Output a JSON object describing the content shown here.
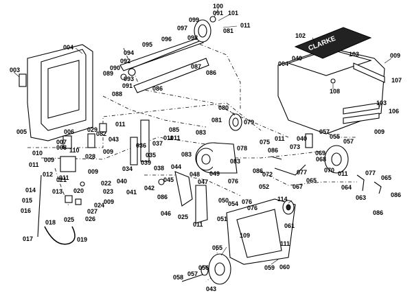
{
  "brand_label": "CLARKE",
  "callouts": [
    {
      "id": "c100",
      "text": "100"
    },
    {
      "id": "c101",
      "text": "101"
    },
    {
      "id": "c091a",
      "text": "091"
    },
    {
      "id": "c099",
      "text": "099"
    },
    {
      "id": "c011a",
      "text": "011"
    },
    {
      "id": "c081a",
      "text": "081"
    },
    {
      "id": "c097",
      "text": "097"
    },
    {
      "id": "c098",
      "text": "098"
    },
    {
      "id": "c094",
      "text": "094"
    },
    {
      "id": "c095",
      "text": "095"
    },
    {
      "id": "c096",
      "text": "096"
    },
    {
      "id": "c092",
      "text": "092"
    },
    {
      "id": "c090",
      "text": "090"
    },
    {
      "id": "c089",
      "text": "089"
    },
    {
      "id": "c093",
      "text": "093"
    },
    {
      "id": "c091b",
      "text": "091"
    },
    {
      "id": "c088",
      "text": "088"
    },
    {
      "id": "c087",
      "text": "087"
    },
    {
      "id": "c086a",
      "text": "086"
    },
    {
      "id": "c086b",
      "text": "086"
    },
    {
      "id": "c004a",
      "text": "004"
    },
    {
      "id": "c003",
      "text": "003"
    },
    {
      "id": "c102",
      "text": "102"
    },
    {
      "id": "c040a",
      "text": "040"
    },
    {
      "id": "c004b",
      "text": "004"
    },
    {
      "id": "c103",
      "text": "103"
    },
    {
      "id": "c009a",
      "text": "009"
    },
    {
      "id": "c107",
      "text": "107"
    },
    {
      "id": "c108",
      "text": "108"
    },
    {
      "id": "c080",
      "text": "080"
    },
    {
      "id": "c103b",
      "text": "103"
    },
    {
      "id": "c106",
      "text": "106"
    },
    {
      "id": "c081b",
      "text": "081"
    },
    {
      "id": "c079",
      "text": "079"
    },
    {
      "id": "c005",
      "text": "005"
    },
    {
      "id": "c006",
      "text": "006"
    },
    {
      "id": "c007",
      "text": "007"
    },
    {
      "id": "c008",
      "text": "008"
    },
    {
      "id": "c029",
      "text": "029"
    },
    {
      "id": "c082",
      "text": "082"
    },
    {
      "id": "c011b",
      "text": "011"
    },
    {
      "id": "c043a",
      "text": "043"
    },
    {
      "id": "c009b",
      "text": "009"
    },
    {
      "id": "c110",
      "text": "110"
    },
    {
      "id": "c028",
      "text": "028"
    },
    {
      "id": "c011c",
      "text": "011"
    },
    {
      "id": "c036",
      "text": "036"
    },
    {
      "id": "c037",
      "text": "037"
    },
    {
      "id": "c085",
      "text": "085"
    },
    {
      "id": "c011d",
      "text": "011"
    },
    {
      "id": "c083a",
      "text": "083"
    },
    {
      "id": "c075",
      "text": "075"
    },
    {
      "id": "c011e",
      "text": "011"
    },
    {
      "id": "c057a",
      "text": "057"
    },
    {
      "id": "c009c",
      "text": "009"
    },
    {
      "id": "c040b",
      "text": "040"
    },
    {
      "id": "c055a",
      "text": "055"
    },
    {
      "id": "c057b",
      "text": "057"
    },
    {
      "id": "c010",
      "text": "010"
    },
    {
      "id": "c009d",
      "text": "009"
    },
    {
      "id": "c011f",
      "text": "011"
    },
    {
      "id": "c012",
      "text": "012"
    },
    {
      "id": "c011g",
      "text": "011"
    },
    {
      "id": "c009e",
      "text": "009"
    },
    {
      "id": "c034",
      "text": "034"
    },
    {
      "id": "c035",
      "text": "035"
    },
    {
      "id": "c039",
      "text": "039"
    },
    {
      "id": "c083b",
      "text": "083"
    },
    {
      "id": "c078",
      "text": "078"
    },
    {
      "id": "c086c",
      "text": "086"
    },
    {
      "id": "c073",
      "text": "073"
    },
    {
      "id": "c069",
      "text": "069"
    },
    {
      "id": "c068",
      "text": "068"
    },
    {
      "id": "c083c",
      "text": "083"
    },
    {
      "id": "c038",
      "text": "038"
    },
    {
      "id": "c044",
      "text": "044"
    },
    {
      "id": "c049",
      "text": "049"
    },
    {
      "id": "c086d",
      "text": "086"
    },
    {
      "id": "c076a",
      "text": "076"
    },
    {
      "id": "c072",
      "text": "072"
    },
    {
      "id": "c077a",
      "text": "077"
    },
    {
      "id": "c070",
      "text": "070"
    },
    {
      "id": "c011h",
      "text": "011"
    },
    {
      "id": "c077b",
      "text": "077"
    },
    {
      "id": "c021",
      "text": "021"
    },
    {
      "id": "c022",
      "text": "022"
    },
    {
      "id": "c013",
      "text": "013"
    },
    {
      "id": "c020",
      "text": "020"
    },
    {
      "id": "c023",
      "text": "023"
    },
    {
      "id": "c014",
      "text": "014"
    },
    {
      "id": "c015",
      "text": "015"
    },
    {
      "id": "c016",
      "text": "016"
    },
    {
      "id": "c040c",
      "text": "040"
    },
    {
      "id": "c041",
      "text": "041"
    },
    {
      "id": "c042",
      "text": "042"
    },
    {
      "id": "c045",
      "text": "045"
    },
    {
      "id": "c048",
      "text": "048"
    },
    {
      "id": "c047",
      "text": "047"
    },
    {
      "id": "c076b",
      "text": "076"
    },
    {
      "id": "c086e",
      "text": "086"
    },
    {
      "id": "c009f",
      "text": "009"
    },
    {
      "id": "c067",
      "text": "067"
    },
    {
      "id": "c065a",
      "text": "065"
    },
    {
      "id": "c064",
      "text": "064"
    },
    {
      "id": "c063",
      "text": "063"
    },
    {
      "id": "c065b",
      "text": "065"
    },
    {
      "id": "c086f",
      "text": "086"
    },
    {
      "id": "c086g",
      "text": "086"
    },
    {
      "id": "c024",
      "text": "024"
    },
    {
      "id": "c027",
      "text": "027"
    },
    {
      "id": "c025a",
      "text": "025"
    },
    {
      "id": "c026",
      "text": "026"
    },
    {
      "id": "c018",
      "text": "018"
    },
    {
      "id": "c017",
      "text": "017"
    },
    {
      "id": "c019",
      "text": "019"
    },
    {
      "id": "c046",
      "text": "046"
    },
    {
      "id": "c025b",
      "text": "025"
    },
    {
      "id": "c050",
      "text": "050"
    },
    {
      "id": "c054",
      "text": "054"
    },
    {
      "id": "c076c",
      "text": "076"
    },
    {
      "id": "c052",
      "text": "052"
    },
    {
      "id": "c114",
      "text": "114"
    },
    {
      "id": "c011i",
      "text": "011"
    },
    {
      "id": "c051",
      "text": "051"
    },
    {
      "id": "c061",
      "text": "061"
    },
    {
      "id": "c109",
      "text": "109"
    },
    {
      "id": "c111",
      "text": "111"
    },
    {
      "id": "c055b",
      "text": "055"
    },
    {
      "id": "c059",
      "text": "059"
    },
    {
      "id": "c060",
      "text": "060"
    },
    {
      "id": "c057c",
      "text": "057"
    },
    {
      "id": "c056",
      "text": "056"
    },
    {
      "id": "c058",
      "text": "058"
    },
    {
      "id": "c043b",
      "text": "043"
    }
  ]
}
